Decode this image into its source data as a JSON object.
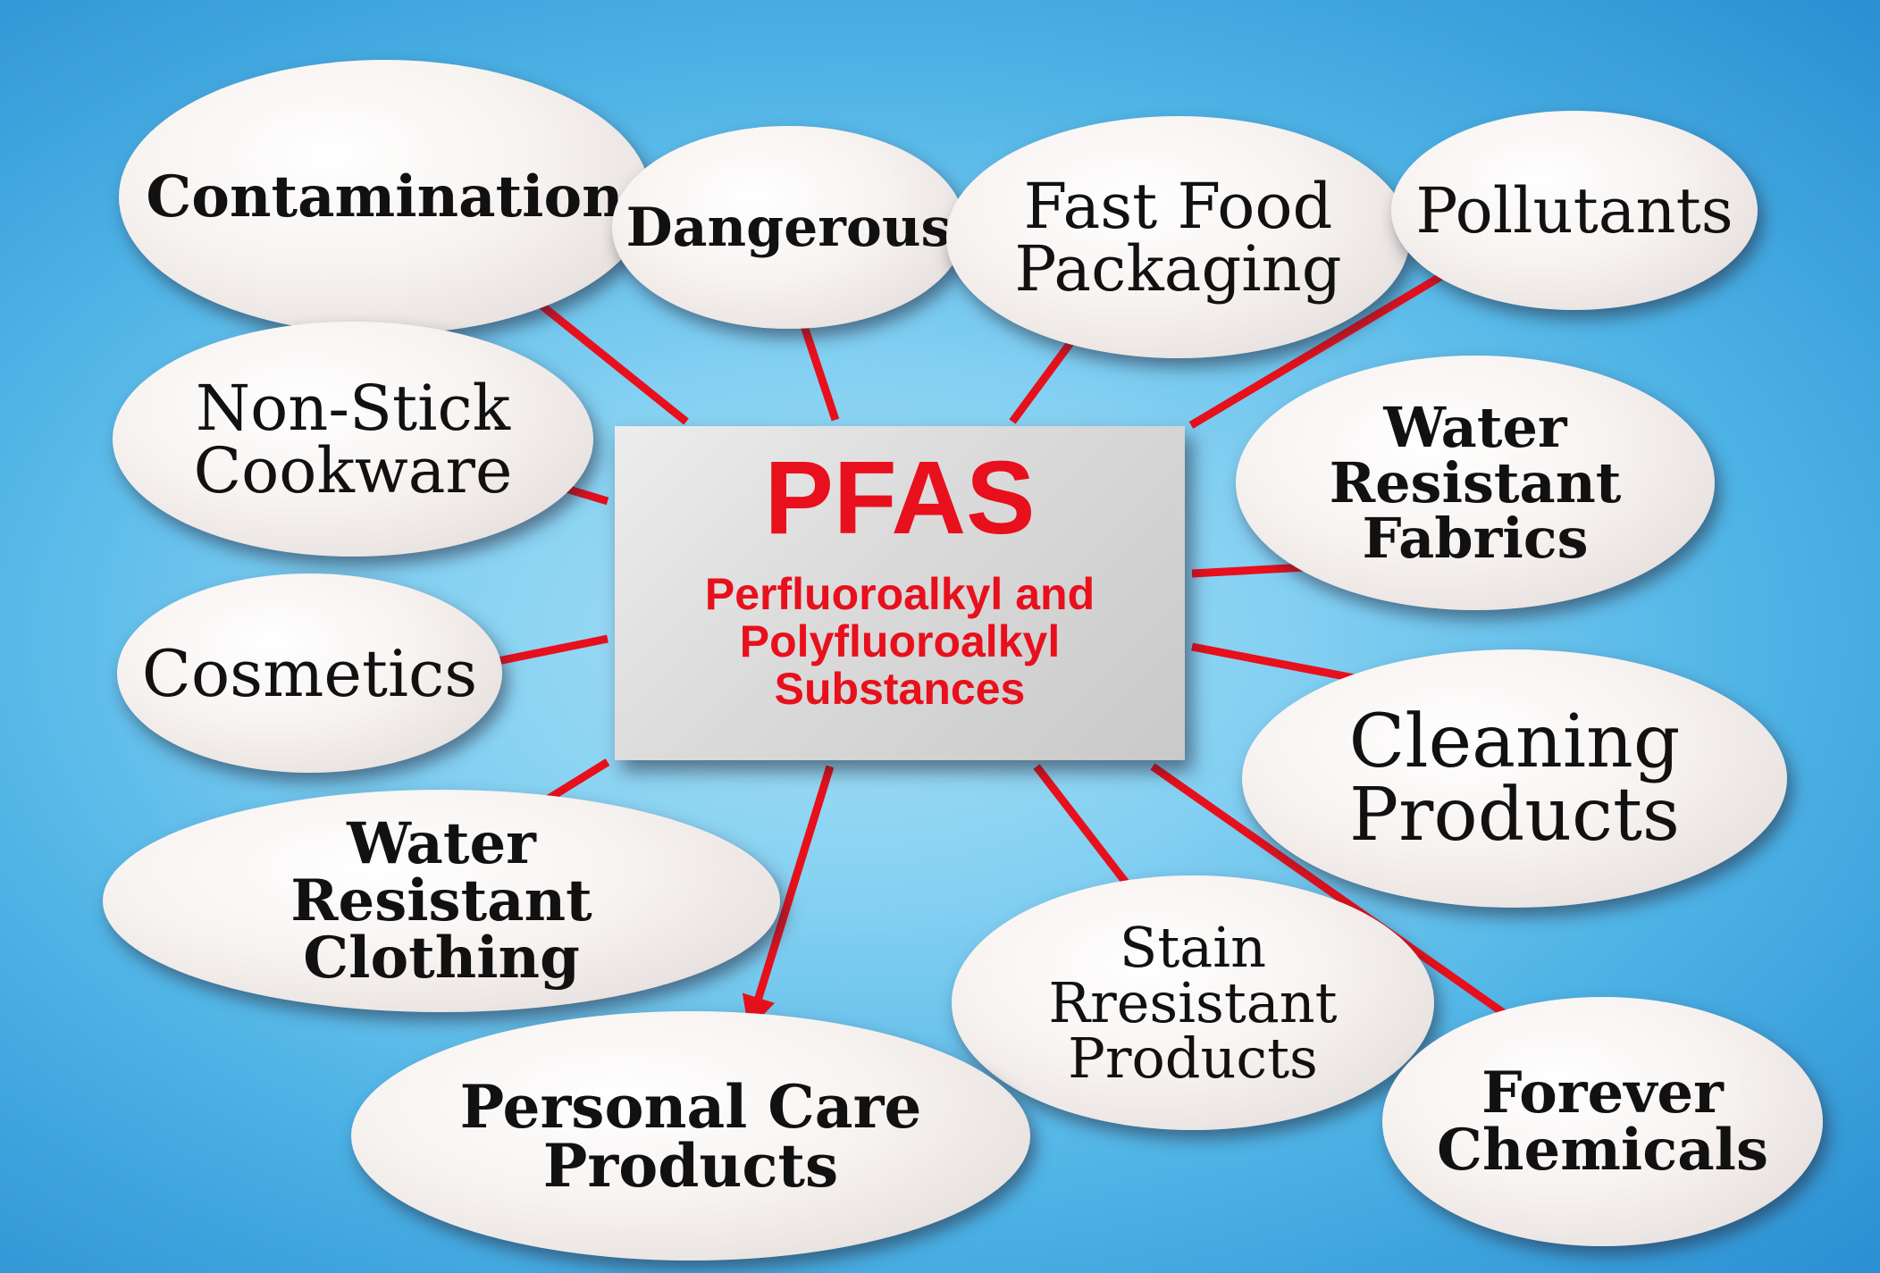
{
  "center": {
    "title": "PFAS",
    "subtitle": "Perfluoroalkyl and\nPolyfluoroalkyl\nSubstances"
  },
  "bubbles": [
    {
      "key": "contamination",
      "label": "Contamination"
    },
    {
      "key": "dangerous",
      "label": "Dangerous"
    },
    {
      "key": "fast_food",
      "label": "Fast Food\nPackaging"
    },
    {
      "key": "pollutants",
      "label": "Pollutants"
    },
    {
      "key": "non_stick",
      "label": "Non-Stick\nCookware"
    },
    {
      "key": "water_fabrics",
      "label": "Water\nResistant\nFabrics"
    },
    {
      "key": "cosmetics",
      "label": "Cosmetics"
    },
    {
      "key": "cleaning",
      "label": "Cleaning\nProducts"
    },
    {
      "key": "water_clothing",
      "label": "Water\nResistant\nClothing"
    },
    {
      "key": "stain",
      "label": "Stain\nRresistant\nProducts"
    },
    {
      "key": "personal_care",
      "label": "Personal Care\nProducts"
    },
    {
      "key": "forever",
      "label": "Forever\nChemicals"
    }
  ],
  "colors": {
    "arrow": "#e8101c",
    "title": "#e8101c"
  }
}
